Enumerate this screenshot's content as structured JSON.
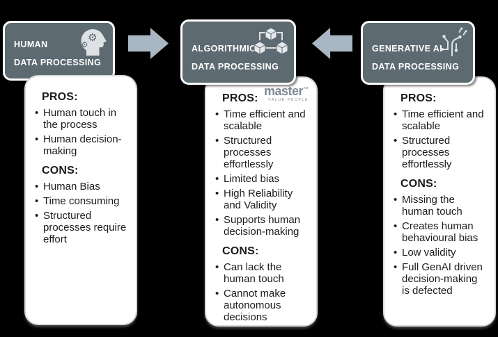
{
  "logo": {
    "name": "master",
    "tm": "™",
    "tagline": "VALUE PEOPLE"
  },
  "labels": {
    "pros": "PROS:",
    "cons": "CONS:"
  },
  "columns": [
    {
      "header": {
        "line1": "HUMAN",
        "line2": "DATA PROCESSING",
        "icon": "head-with-gears-icon"
      },
      "pros": [
        "Human touch in the process",
        "Human decision-making"
      ],
      "cons": [
        "Human Bias",
        "Time consuming",
        "Structured processes require effort"
      ]
    },
    {
      "header": {
        "line1": "ALGORITHMIC",
        "line2": "DATA PROCESSING",
        "icon": "cubes-network-icon"
      },
      "pros": [
        "Time efficient and scalable",
        "Structured processes effortlessly",
        "Limited bias",
        "High Reliability and Validity",
        "Supports human decision-making"
      ],
      "cons": [
        "Can lack the human touch",
        "Cannot make autonomous decisions"
      ]
    },
    {
      "header": {
        "line1": "GENERATIVE AI",
        "line2": "DATA PROCESSING",
        "icon": "circuit-branch-icon"
      },
      "pros": [
        "Time efficient and scalable",
        "Structured processes effortlessly"
      ],
      "cons": [
        "Missing the human touch",
        "Creates human behavioural bias",
        "Low validity",
        "Full GenAI driven decision-making is defected"
      ]
    }
  ],
  "arrows": [
    {
      "direction": "right"
    },
    {
      "direction": "left"
    }
  ],
  "colors": {
    "background": "#000000",
    "header_bg": "#5d6a72",
    "header_border": "#ffffff",
    "arrow": "#a9b6c3",
    "card_bg": "#ffffff",
    "card_border": "#d8d8d8",
    "text": "#1b1b1b",
    "logo": "#7d8a94",
    "icon": "#dde1e4"
  }
}
